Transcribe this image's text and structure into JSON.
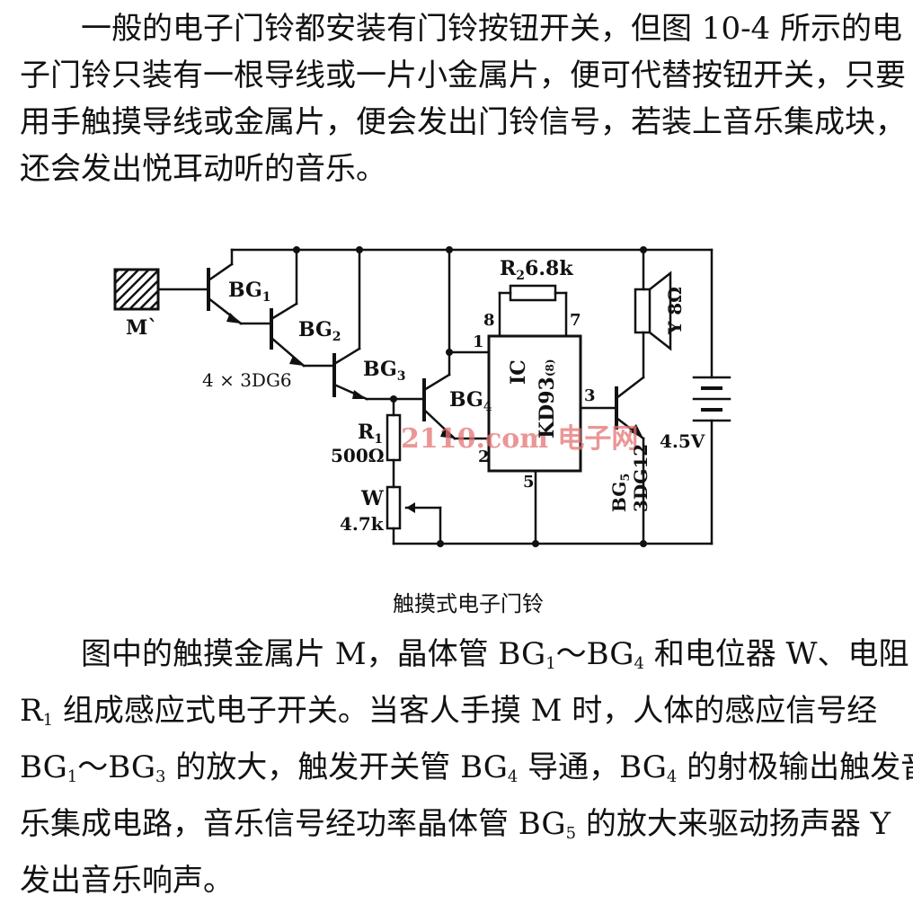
{
  "intro": {
    "lines": [
      "一般的电子门铃都安装有门铃按钮开关，但图 10-4 所示的电",
      "子门铃只装有一根导线或一片小金属片，便可代替按钮开关，只要",
      "用手触摸导线或金属片，便会发出门铃信号，若装上音乐集成块，",
      "还会发出悦耳动听的音乐。"
    ]
  },
  "figure": {
    "caption": "触摸式电子门铃",
    "watermark": "2110.com 电子网",
    "labels": {
      "M": "M`",
      "BG1": "BG",
      "BG1_sub": "1",
      "BG2": "BG",
      "BG2_sub": "2",
      "BG3": "BG",
      "BG3_sub": "3",
      "BG4": "BG",
      "BG4_sub": "4",
      "bg_type": "4 × 3DG6",
      "R2": "R",
      "R2_sub": "2",
      "R2_val": "6.8k",
      "R1": "R",
      "R1_sub": "1",
      "R1_val": "500Ω",
      "W": "W",
      "W_val": "4.7k",
      "IC1": "IC",
      "IC2": "KD93",
      "IC3": "(8)",
      "pin1": "1",
      "pin2": "2",
      "pin3": "3",
      "pin5": "5",
      "pin7": "7",
      "pin8": "8",
      "speaker": "Y 8Ω",
      "battery": "4.5V",
      "BG5": "BG",
      "BG5_sub": "5",
      "BG5_type": "3DG12"
    }
  },
  "explain": {
    "l1": {
      "a": "图中的触摸金属片 M，晶体管 BG",
      "s1": "1",
      "b": "～BG",
      "s2": "4",
      "c": " 和电位器 W、电阻"
    },
    "l2": {
      "a": "R",
      "s1": "1",
      "b": " 组成感应式电子开关。当客人手摸 M 时，人体的感应信号经"
    },
    "l3": {
      "a": "BG",
      "s1": "1",
      "b": "～BG",
      "s2": "3",
      "c": " 的放大，触发开关管 BG",
      "s3": "4",
      "d": " 导通，BG",
      "s4": "4",
      "e": " 的射极输出触发音"
    },
    "l4": {
      "a": "乐集成电路，音乐信号经功率晶体管 BG",
      "s1": "5",
      "b": " 的放大来驱动扬声器 Y"
    },
    "l5": {
      "a": "发出音乐响声。"
    }
  },
  "colors": {
    "ink": "#111111",
    "watermark": "#e57373"
  }
}
